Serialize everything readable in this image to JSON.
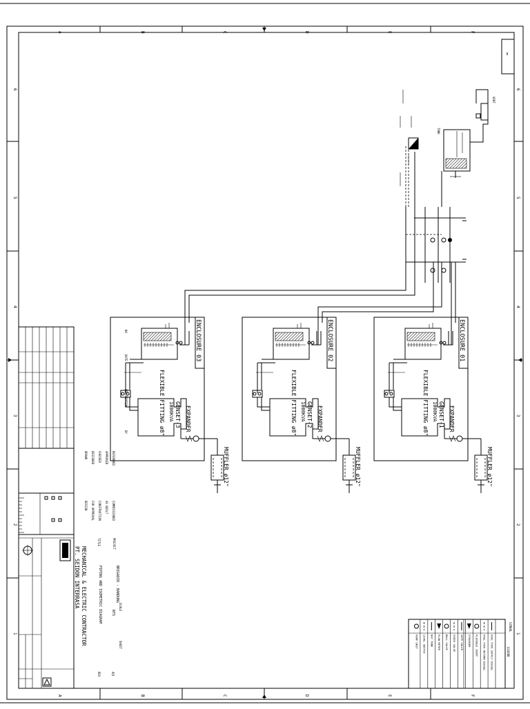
{
  "border": {
    "columns_top": [
      "A",
      "B",
      "C",
      "D",
      "E",
      "F"
    ],
    "rows_side": [
      "6",
      "5",
      "4",
      "3",
      "2",
      "1"
    ]
  },
  "enclosures": [
    {
      "enclosure": "ENCLOSURE 03",
      "genset": "GENSET-3",
      "kva": "1000KVA",
      "flexible": "FLEXIBLE FITTING ø8\"",
      "expander": "EXPANDER",
      "muffler": "MUFFLER ø12\""
    },
    {
      "enclosure": "ENCLOSURE 02",
      "genset": "GENSET-2",
      "kva": "1000KVA",
      "flexible": "FLEXIBLE FITTING ø8\"",
      "expander": "EXPANDER",
      "muffler": "MUFFLER ø12\""
    },
    {
      "enclosure": "ENCLOSURE 01",
      "genset": "GENSET-1",
      "kva": "1000KVA",
      "flexible": "FLEXIBLE FITTING ø8\"",
      "expander": "EXPANDER",
      "muffler": "MUFFLER ø12\""
    }
  ],
  "title_block": {
    "company_line1": "PT. SEIDON INTERRASA",
    "company_line2": "MECHANICAL & ELECTRIC CONTRACTOR",
    "title_label": "TITLE",
    "title_value": "PIPING AND ISOMETRIC DIAGRAM",
    "project_label": "PROJECT",
    "project_value": "BRIGADIR - BANDUNG",
    "scale_label": "SCALE",
    "scale_value": "NTS",
    "sheet_label": "SHEET",
    "size_label": "A3",
    "rev_label": "REV",
    "status_items": [
      "DESIGN",
      "FOR APPROVAL",
      "CONSTRUCTION",
      "AS BUILT",
      "COMMISSIONED"
    ],
    "role_items": [
      "DRAWN",
      "DESIGNED",
      "CHECKED",
      "APPROVED",
      "REFERENCE"
    ],
    "revision_headers": [
      "NO",
      "DATE",
      "DESCRIPTION",
      "BY"
    ]
  },
  "legend": {
    "title": "SIMBOL",
    "col_header": "LEGEND",
    "items": [
      "FUEL PIPE SUPPLY DIESEL",
      "FUEL PIPE RETURN DIESEL",
      "FLEXIBLE JOINT",
      "STRAINER",
      "GATE VALVE",
      "CHECK VALVE",
      "BALL VALVE",
      "FLOW METER",
      "DAY TANK",
      "LEVEL SWITCH",
      "PUMP UNIT"
    ]
  }
}
